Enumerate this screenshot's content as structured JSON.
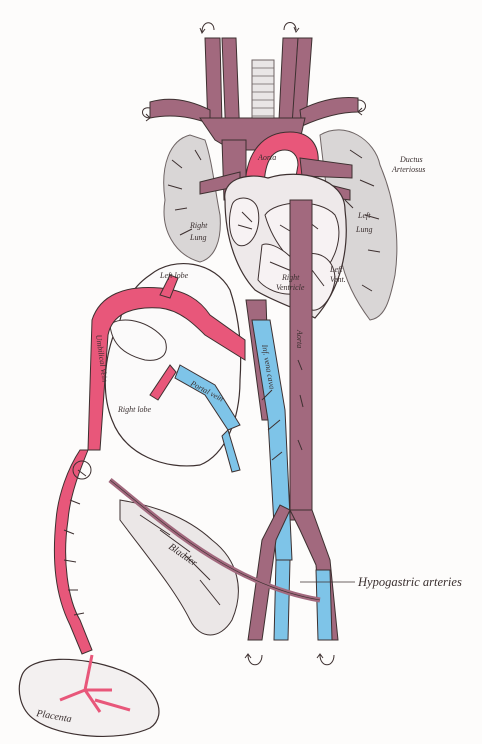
{
  "labels": {
    "ductus_arteriosus_1": "Ductus",
    "ductus_arteriosus_2": "Arteriosus",
    "aorta": "Aorta",
    "right_lung_1": "Right",
    "right_lung_2": "Lung",
    "left_lung_1": "Left",
    "left_lung_2": "Lung",
    "right_ventricle_1": "Right",
    "right_ventricle_2": "Ventricle",
    "left_ventricle_1": "Left",
    "left_ventricle_2": "Vent.",
    "left_lobe": "Left lobe",
    "right_lobe": "Right lobe",
    "portal_vein": "Portal vein",
    "umbilical_vein": "Umbilical Vein",
    "inferior_vena_cava": "Inf. vena cava",
    "aorta_descending": "Aorta",
    "bladder": "Bladder",
    "placenta": "Placenta",
    "hypogastric_arteries": "Hypogastric arteries"
  },
  "colors": {
    "oxygenated": "#e8577a",
    "mixed": "#a2697e",
    "deoxygenated": "#7ec4e8",
    "ink": "#3d3030",
    "lung": "#d9d6d6"
  }
}
